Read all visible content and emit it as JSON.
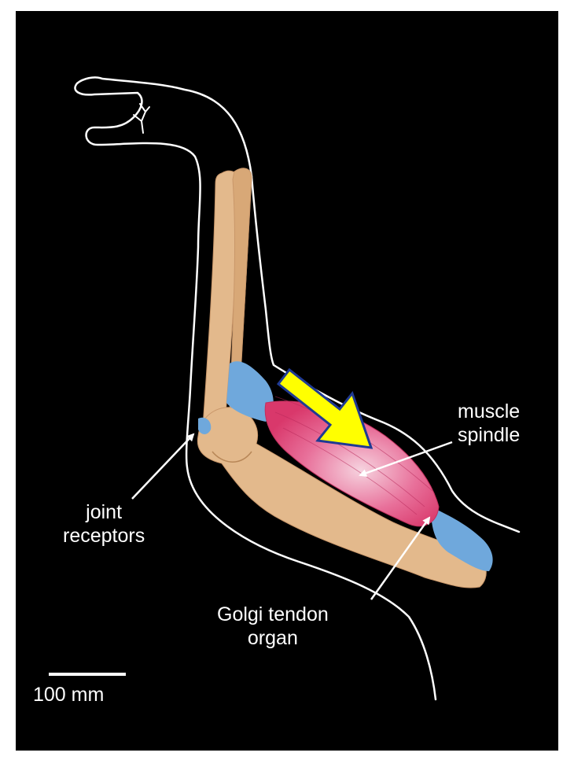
{
  "labels": {
    "muscle_spindle": [
      "muscle",
      "spindle"
    ],
    "joint_receptors": [
      "joint",
      "receptors"
    ],
    "golgi_tendon_organ": [
      "Golgi tendon",
      "organ"
    ]
  },
  "scale_bar": {
    "text": "100 mm"
  },
  "colors": {
    "background": "#000000",
    "outline": "#ffffff",
    "bone": "#e3b98c",
    "bone_shade": "#c9976a",
    "muscle": "#e0487a",
    "muscle_light": "#f4b6cc",
    "tendon": "#6fa8dc",
    "arrow_fill": "#ffff00",
    "arrow_edge": "#1f3a93"
  },
  "icons": {
    "pointer": "white-arrow-icon",
    "highlight": "yellow-block-arrow-icon"
  }
}
